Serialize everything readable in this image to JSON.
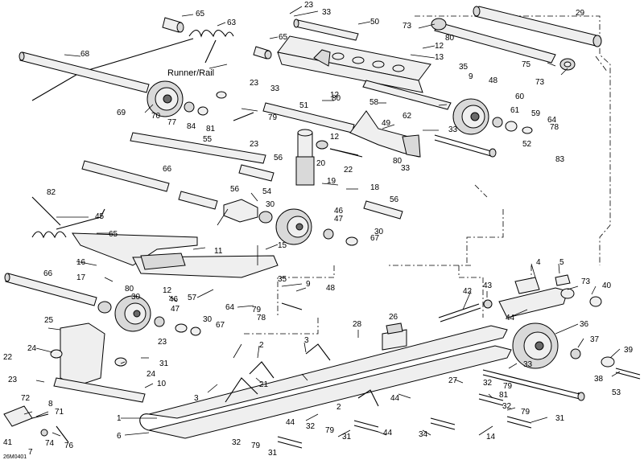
{
  "diagram": {
    "section_label": "Runner/Rail",
    "reference_code": "26M0401",
    "callouts": [
      {
        "id": "c65a",
        "text": "65"
      },
      {
        "id": "c23a",
        "text": "23"
      },
      {
        "id": "c33a",
        "text": "33"
      },
      {
        "id": "c50",
        "text": "50"
      },
      {
        "id": "c29",
        "text": "29"
      },
      {
        "id": "c63",
        "text": "63"
      },
      {
        "id": "c65b",
        "text": "65"
      },
      {
        "id": "c73a",
        "text": "73"
      },
      {
        "id": "c80a",
        "text": "80"
      },
      {
        "id": "c12a",
        "text": "12"
      },
      {
        "id": "c13",
        "text": "13"
      },
      {
        "id": "c68",
        "text": "68"
      },
      {
        "id": "c75",
        "text": "75"
      },
      {
        "id": "c73b",
        "text": "73"
      },
      {
        "id": "c35a",
        "text": "35"
      },
      {
        "id": "c9a",
        "text": "9"
      },
      {
        "id": "c48a",
        "text": "48"
      },
      {
        "id": "c23b",
        "text": "23"
      },
      {
        "id": "c33b",
        "text": "33"
      },
      {
        "id": "c12b",
        "text": "12"
      },
      {
        "id": "c80b",
        "text": "80"
      },
      {
        "id": "c69",
        "text": "69"
      },
      {
        "id": "c70",
        "text": "70"
      },
      {
        "id": "c77",
        "text": "77"
      },
      {
        "id": "c84",
        "text": "84"
      },
      {
        "id": "c79a",
        "text": "79"
      },
      {
        "id": "c51",
        "text": "51"
      },
      {
        "id": "c58",
        "text": "58"
      },
      {
        "id": "c60",
        "text": "60"
      },
      {
        "id": "c61",
        "text": "61"
      },
      {
        "id": "c62",
        "text": "62"
      },
      {
        "id": "c59",
        "text": "59"
      },
      {
        "id": "c64a",
        "text": "64"
      },
      {
        "id": "c81a",
        "text": "81"
      },
      {
        "id": "c49",
        "text": "49"
      },
      {
        "id": "c33c",
        "text": "33"
      },
      {
        "id": "c78a",
        "text": "78"
      },
      {
        "id": "c55",
        "text": "55"
      },
      {
        "id": "c12c",
        "text": "12"
      },
      {
        "id": "c52",
        "text": "52"
      },
      {
        "id": "c23c",
        "text": "23"
      },
      {
        "id": "c83",
        "text": "83"
      },
      {
        "id": "c20",
        "text": "20"
      },
      {
        "id": "c22a",
        "text": "22"
      },
      {
        "id": "c80c",
        "text": "80"
      },
      {
        "id": "c56a",
        "text": "56"
      },
      {
        "id": "c33d",
        "text": "33"
      },
      {
        "id": "c66a",
        "text": "66"
      },
      {
        "id": "c19",
        "text": "19"
      },
      {
        "id": "c18",
        "text": "18"
      },
      {
        "id": "c82",
        "text": "82"
      },
      {
        "id": "c56b",
        "text": "56"
      },
      {
        "id": "c54",
        "text": "54"
      },
      {
        "id": "c56c",
        "text": "56"
      },
      {
        "id": "c30a",
        "text": "30"
      },
      {
        "id": "c46a",
        "text": "46"
      },
      {
        "id": "c45",
        "text": "45"
      },
      {
        "id": "c47a",
        "text": "47"
      },
      {
        "id": "c65c",
        "text": "65"
      },
      {
        "id": "c30b",
        "text": "30"
      },
      {
        "id": "c67a",
        "text": "67"
      },
      {
        "id": "c15",
        "text": "15"
      },
      {
        "id": "c11",
        "text": "11"
      },
      {
        "id": "c4",
        "text": "4"
      },
      {
        "id": "c5",
        "text": "5"
      },
      {
        "id": "c16",
        "text": "16"
      },
      {
        "id": "c66b",
        "text": "66"
      },
      {
        "id": "c35b",
        "text": "35"
      },
      {
        "id": "c17",
        "text": "17"
      },
      {
        "id": "c9b",
        "text": "9"
      },
      {
        "id": "c73c",
        "text": "73"
      },
      {
        "id": "c80d",
        "text": "80"
      },
      {
        "id": "c12d",
        "text": "12"
      },
      {
        "id": "c48b",
        "text": "48"
      },
      {
        "id": "c42",
        "text": "42"
      },
      {
        "id": "c43",
        "text": "43"
      },
      {
        "id": "c40",
        "text": "40"
      },
      {
        "id": "c30c",
        "text": "30"
      },
      {
        "id": "c46b",
        "text": "46"
      },
      {
        "id": "c57",
        "text": "57"
      },
      {
        "id": "c64b",
        "text": "64"
      },
      {
        "id": "c79b",
        "text": "79"
      },
      {
        "id": "c47b",
        "text": "47"
      },
      {
        "id": "c78b",
        "text": "78"
      },
      {
        "id": "c44a",
        "text": "44"
      },
      {
        "id": "c25",
        "text": "25"
      },
      {
        "id": "c30d",
        "text": "30"
      },
      {
        "id": "c67b",
        "text": "67"
      },
      {
        "id": "c26",
        "text": "26"
      },
      {
        "id": "c28",
        "text": "28"
      },
      {
        "id": "c36",
        "text": "36"
      },
      {
        "id": "c23d",
        "text": "23"
      },
      {
        "id": "c2a",
        "text": "2"
      },
      {
        "id": "c3a",
        "text": "3"
      },
      {
        "id": "c37",
        "text": "37"
      },
      {
        "id": "c24a",
        "text": "24"
      },
      {
        "id": "c22b",
        "text": "22"
      },
      {
        "id": "c31a",
        "text": "31"
      },
      {
        "id": "c24b",
        "text": "24"
      },
      {
        "id": "c39",
        "text": "39"
      },
      {
        "id": "c33e",
        "text": "33"
      },
      {
        "id": "c21",
        "text": "21"
      },
      {
        "id": "c27",
        "text": "27"
      },
      {
        "id": "c10",
        "text": "10"
      },
      {
        "id": "c23e",
        "text": "23"
      },
      {
        "id": "c3b",
        "text": "3"
      },
      {
        "id": "c32a",
        "text": "32"
      },
      {
        "id": "c79c",
        "text": "79"
      },
      {
        "id": "c81b",
        "text": "81"
      },
      {
        "id": "c38",
        "text": "38"
      },
      {
        "id": "c53",
        "text": "53"
      },
      {
        "id": "c72",
        "text": "72"
      },
      {
        "id": "c8",
        "text": "8"
      },
      {
        "id": "c44b",
        "text": "44"
      },
      {
        "id": "c71",
        "text": "71"
      },
      {
        "id": "c2b",
        "text": "2"
      },
      {
        "id": "c1",
        "text": "1"
      },
      {
        "id": "c44c",
        "text": "44"
      },
      {
        "id": "c32b",
        "text": "32"
      },
      {
        "id": "c79d",
        "text": "79"
      },
      {
        "id": "c31b",
        "text": "31"
      },
      {
        "id": "c79e",
        "text": "79"
      },
      {
        "id": "c31c",
        "text": "31"
      },
      {
        "id": "c44d",
        "text": "44"
      },
      {
        "id": "c34",
        "text": "34"
      },
      {
        "id": "c32c",
        "text": "32"
      },
      {
        "id": "c6",
        "text": "6"
      },
      {
        "id": "c14",
        "text": "14"
      },
      {
        "id": "c41",
        "text": "41"
      },
      {
        "id": "c74",
        "text": "74"
      },
      {
        "id": "c76",
        "text": "76"
      },
      {
        "id": "c7",
        "text": "7"
      },
      {
        "id": "c32d",
        "text": "32"
      },
      {
        "id": "c79f",
        "text": "79"
      },
      {
        "id": "c31d",
        "text": "31"
      }
    ]
  }
}
